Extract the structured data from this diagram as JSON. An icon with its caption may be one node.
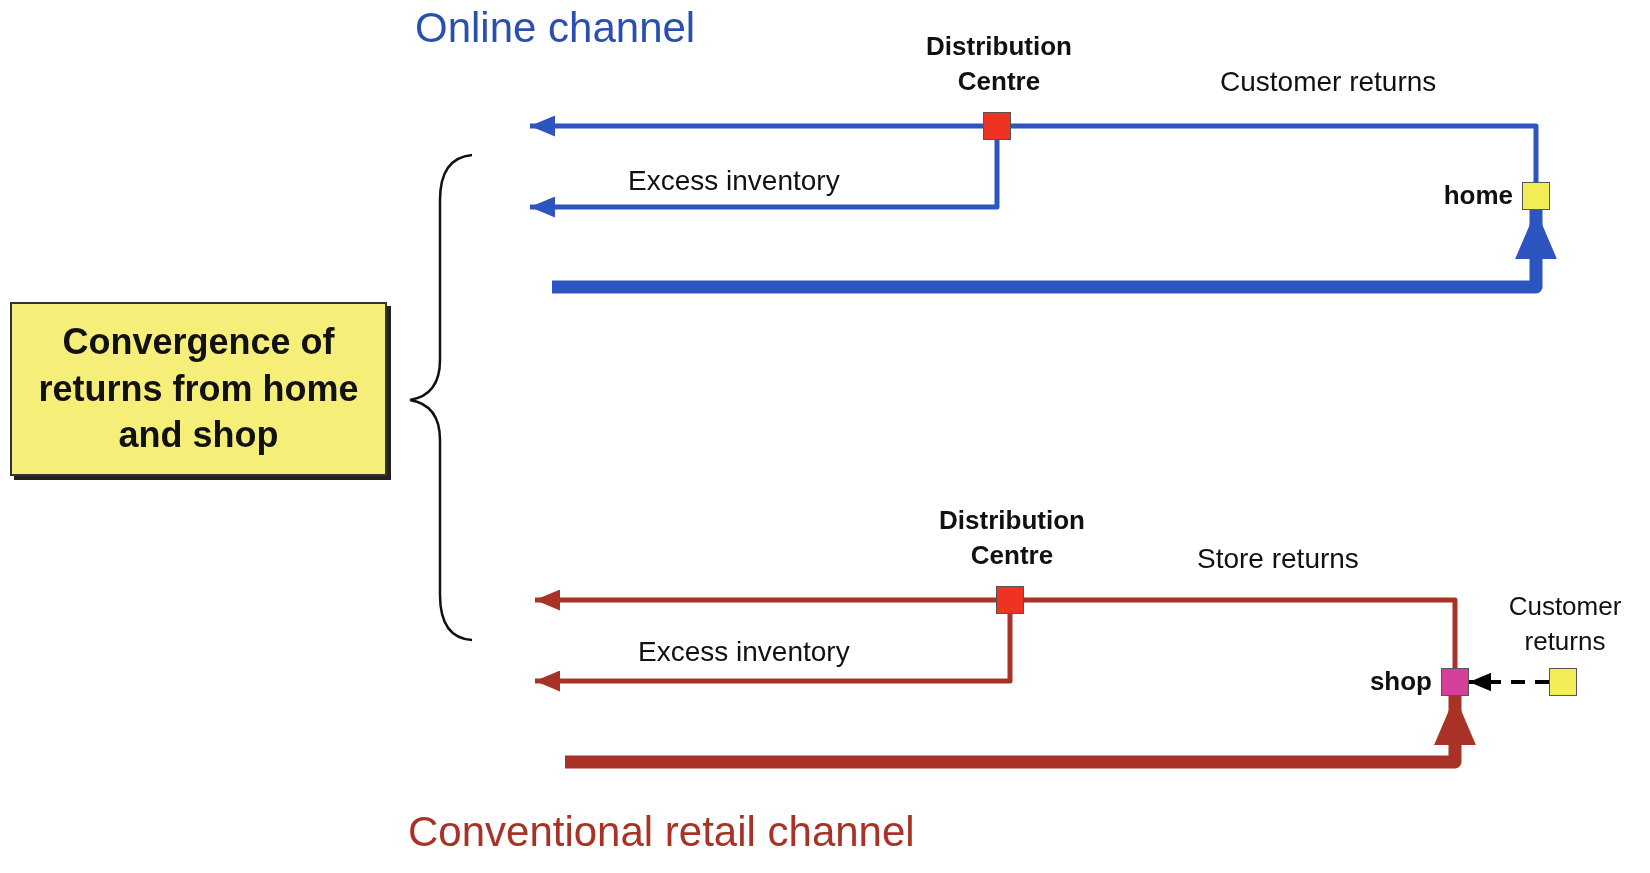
{
  "diagram": {
    "nodes": [
      {
        "text": [
          "Convergence of returns from home and shop"
        ]
      },
      {
        "text": [],
        "shape": "box",
        "beside": [
          "Distribution Centre"
        ]
      },
      {
        "text": [],
        "shape": "box",
        "beside": [
          "home"
        ]
      },
      {
        "text": [],
        "shape": "box",
        "beside": [
          "Distribution Centre"
        ]
      },
      {
        "text": [],
        "shape": "box",
        "beside": [
          "shop"
        ]
      },
      {
        "text": [],
        "shape": "box",
        "beside": [
          "Customer returns"
        ]
      }
    ],
    "edges": [
      {
        "from": null,
        "to": 2,
        "arrow": "to",
        "style": "thick",
        "color": "#2d55c0"
      },
      {
        "from": 2,
        "to": 1,
        "arrow": "none",
        "label": "Customer returns",
        "color": "#2d55c0"
      },
      {
        "from": 1,
        "to": null,
        "arrow": "to",
        "color": "#2d55c0"
      },
      {
        "from": 1,
        "to": null,
        "arrow": "to",
        "label": "Excess inventory",
        "color": "#2d55c0"
      },
      {
        "from": null,
        "to": 4,
        "arrow": "to",
        "style": "thick",
        "color": "#a83226"
      },
      {
        "from": 4,
        "to": 3,
        "arrow": "none",
        "label": "Store returns",
        "color": "#a83226"
      },
      {
        "from": 3,
        "to": null,
        "arrow": "to",
        "color": "#a83226"
      },
      {
        "from": 3,
        "to": null,
        "arrow": "to",
        "label": "Excess inventory",
        "color": "#a83226"
      },
      {
        "from": 5,
        "to": 4,
        "arrow": "to",
        "style": "dashed",
        "color": "#000000"
      }
    ],
    "labels": [
      "Online channel",
      "Conventional retail channel"
    ]
  }
}
